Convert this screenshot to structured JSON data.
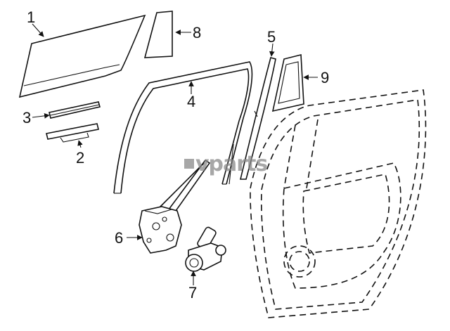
{
  "diagram": {
    "watermark": "vparts",
    "callouts": [
      {
        "id": "c1",
        "label": "1"
      },
      {
        "id": "c2",
        "label": "2"
      },
      {
        "id": "c3",
        "label": "3"
      },
      {
        "id": "c4",
        "label": "4"
      },
      {
        "id": "c5",
        "label": "5"
      },
      {
        "id": "c6",
        "label": "6"
      },
      {
        "id": "c7",
        "label": "7"
      },
      {
        "id": "c8",
        "label": "8"
      },
      {
        "id": "c9",
        "label": "9"
      }
    ]
  }
}
